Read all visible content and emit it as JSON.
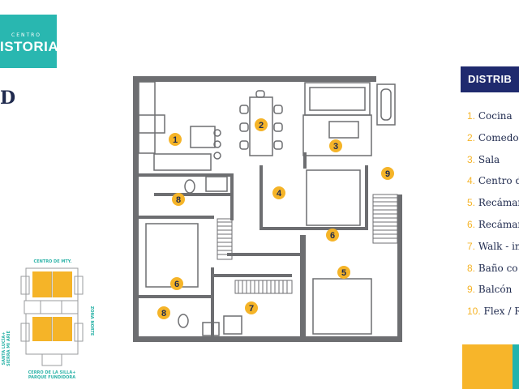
{
  "logo": {
    "small": "CENTRO",
    "big": "ISTORIA"
  },
  "model": {
    "title": "D",
    "subtitle": ""
  },
  "location_map": {
    "top_label": "CENTRO DE MTY.",
    "bottom_label": "CERRO DE LA SILLA+ PARQUE FUNDIDORA",
    "left_label": "SANTA LUCÍA+ SIERRA MI ARIE",
    "right_label": "ZONA NORTE",
    "highlight_color": "#f5b428",
    "label_color": "#2db3a8"
  },
  "plan_markers": [
    "1",
    "2",
    "3",
    "4",
    "5",
    "6",
    "6",
    "7",
    "8",
    "8",
    "9"
  ],
  "distribution": {
    "header": "DISTRIB",
    "items": [
      {
        "num": "1.",
        "label": "Cocina"
      },
      {
        "num": "2.",
        "label": "Comedo"
      },
      {
        "num": "3.",
        "label": "Sala"
      },
      {
        "num": "4.",
        "label": "Centro d"
      },
      {
        "num": "5.",
        "label": "Recámar"
      },
      {
        "num": "6.",
        "label": "Recámar"
      },
      {
        "num": "7.",
        "label": "Walk - in"
      },
      {
        "num": "8.",
        "label": "Baño co"
      },
      {
        "num": "9.",
        "label": "Balcón"
      },
      {
        "num": "10.",
        "label": "Flex / R"
      }
    ]
  },
  "colors": {
    "navy": "#1f2a6e",
    "teal": "#29b7b0",
    "yellow": "#f5b428",
    "wall": "#6d6e71"
  }
}
